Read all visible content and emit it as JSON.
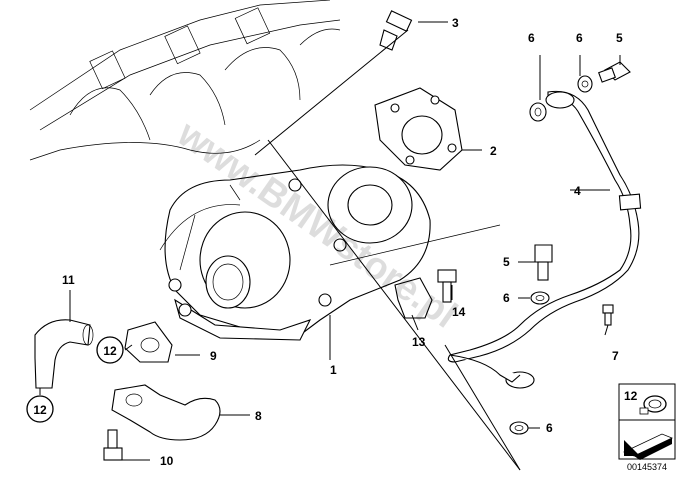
{
  "watermark": "www.BMWstore.pl",
  "diagram_number": "00145374",
  "callouts": {
    "c1": "1",
    "c2": "2",
    "c3": "3",
    "c4": "4",
    "c5a": "5",
    "c5b": "5",
    "c6a": "6",
    "c6b": "6",
    "c6c": "6",
    "c6d": "6",
    "c7": "7",
    "c8": "8",
    "c9": "9",
    "c10": "10",
    "c11": "11",
    "c12a": "12",
    "c12b": "12",
    "c12c": "12",
    "c13": "13",
    "c14": "14"
  }
}
